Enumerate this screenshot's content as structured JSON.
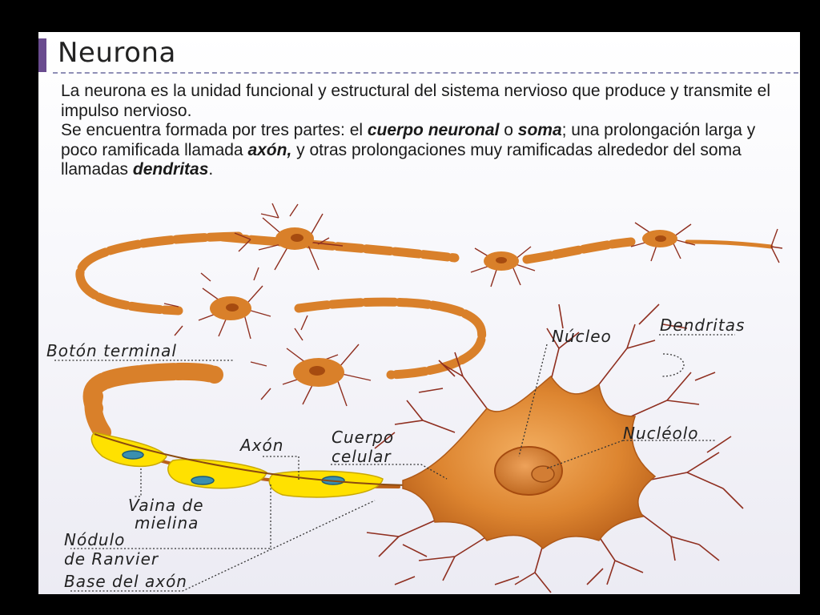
{
  "title": "Neurona",
  "intro": {
    "line1": "La neurona es la unidad funcional y estructural del sistema nervioso que produce y transmite el impulso nervioso.",
    "line2_start": "Se encuentra formada por tres partes: el ",
    "term_cuerpo": "cuerpo neuronal",
    "connector_o": " o ",
    "term_soma": "soma",
    "line2_mid": "; una prolongación larga y poco ramificada llamada ",
    "term_axon": "axón,",
    "line2_end": " y otras prolongaciones muy ramificadas alrededor del soma llamadas ",
    "term_dendritas": "dendritas",
    "period": "."
  },
  "labels": {
    "boton_terminal": "Botón terminal",
    "axon": "Axón",
    "cuerpo": "Cuerpo",
    "celular": "celular",
    "nucleo": "Núcleo",
    "dendritas": "Dendritas",
    "nucleolo": "Nucléolo",
    "vaina_1": "Vaina de",
    "vaina_2": "mielina",
    "nodulo_1": "Nódulo",
    "nodulo_2": "de Ranvier",
    "base_axon": "Base del axón"
  },
  "colors": {
    "neuron_body": "#d9802a",
    "neuron_dark": "#a64b10",
    "dendrite": "#8f2f20",
    "myelin": "#ffe100",
    "accent_bar": "#6a4c8f"
  }
}
